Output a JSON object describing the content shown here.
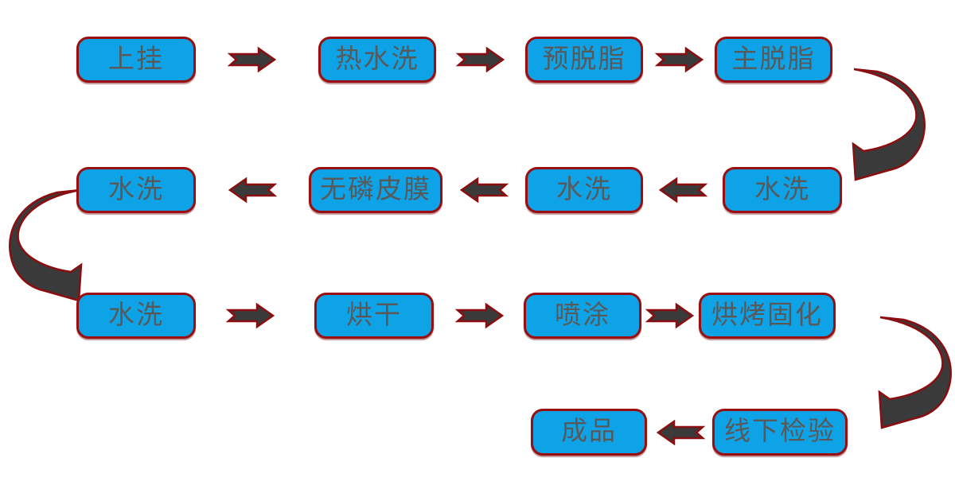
{
  "flow": {
    "background": "#ffffff",
    "colors": {
      "node_fill": "#0ea2e6",
      "node_border": "#9b0e10",
      "node_text": "#595959",
      "arrow_fill": "#3a3a3a",
      "arrow_outline": "#8b0d0f"
    },
    "rows": [
      {
        "direction": "left-to-right",
        "boxes": [
          {
            "label": "上挂"
          },
          {
            "label": "热水洗"
          },
          {
            "label": "预脱脂"
          },
          {
            "label": "主脱脂"
          }
        ]
      },
      {
        "direction": "right-to-left",
        "boxes": [
          {
            "label": "水洗"
          },
          {
            "label": "无磷皮膜"
          },
          {
            "label": "水洗"
          },
          {
            "label": "水洗"
          }
        ]
      },
      {
        "direction": "left-to-right",
        "boxes": [
          {
            "label": "水洗"
          },
          {
            "label": "烘干"
          },
          {
            "label": "喷涂"
          },
          {
            "label": "烘烤固化"
          }
        ]
      },
      {
        "direction": "right-to-left",
        "boxes": [
          {
            "label": "成品"
          },
          {
            "label": "线下检验"
          }
        ]
      }
    ],
    "process_sequence": [
      "上挂",
      "热水洗",
      "预脱脂",
      "主脱脂",
      "水洗",
      "水洗",
      "无磷皮膜",
      "水洗",
      "水洗",
      "烘干",
      "喷涂",
      "烘烤固化",
      "线下检验",
      "成品"
    ]
  }
}
